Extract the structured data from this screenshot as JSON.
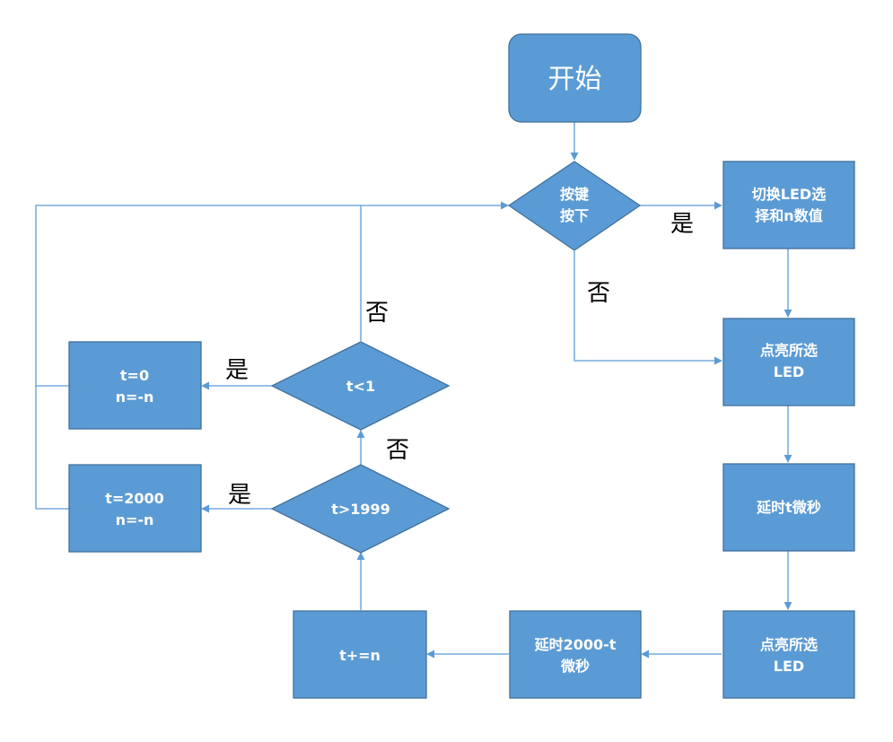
{
  "nodes": {
    "start": "开始",
    "key_pressed": [
      "按键",
      "按下"
    ],
    "switch_led": [
      "切换LED选",
      "择和n数值"
    ],
    "light_led_1": [
      "点亮所选",
      "LED"
    ],
    "delay_t": "延时t微秒",
    "light_led_2": [
      "点亮所选",
      "LED"
    ],
    "delay_2000_t": [
      "延时2000-t",
      "微秒"
    ],
    "t_plus_n": "t+=n",
    "t_gt_1999": "t>1999",
    "t_lt_1": "t<1",
    "reset_2000": [
      "t=2000",
      "n=-n"
    ],
    "reset_0": [
      "t=0",
      "n=-n"
    ]
  },
  "labels": {
    "yes": "是",
    "no": "否"
  },
  "colors": {
    "fill": "#5b9bd5",
    "stroke": "#41719c",
    "edge": "#5b9bd5"
  }
}
